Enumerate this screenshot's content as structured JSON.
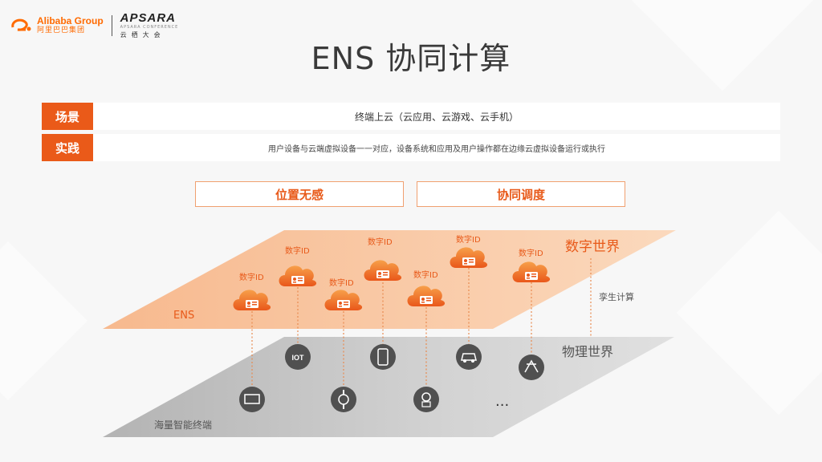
{
  "header": {
    "alibaba_label": "Alibaba Group",
    "alibaba_cn": "阿里巴巴集团",
    "apsara_label": "APSARA",
    "apsara_sub": "APSARA CONFERENCE",
    "apsara_cn": "云栖大会"
  },
  "title": "ENS 协同计算",
  "rows": [
    {
      "label": "场景",
      "text": "终端上云（云应用、云游戏、云手机）"
    },
    {
      "label": "实践",
      "text": "用户设备与云端虚拟设备一一对应，设备系统和应用及用户操作都在边缘云虚拟设备运行或执行"
    }
  ],
  "features": [
    "位置无感",
    "协同调度"
  ],
  "diagram": {
    "digital_world": "数字世界",
    "physical_world": "物理世界",
    "twin": "孪生计算",
    "ens": "ENS",
    "terminals": "海量智能终端",
    "digital_id": "数字ID",
    "ellipsis": "...",
    "colors": {
      "accent": "#ea5a19",
      "digital_plane": "#f9c9a3",
      "physical_plane": "#c9c9c9",
      "device": "#505050"
    }
  }
}
